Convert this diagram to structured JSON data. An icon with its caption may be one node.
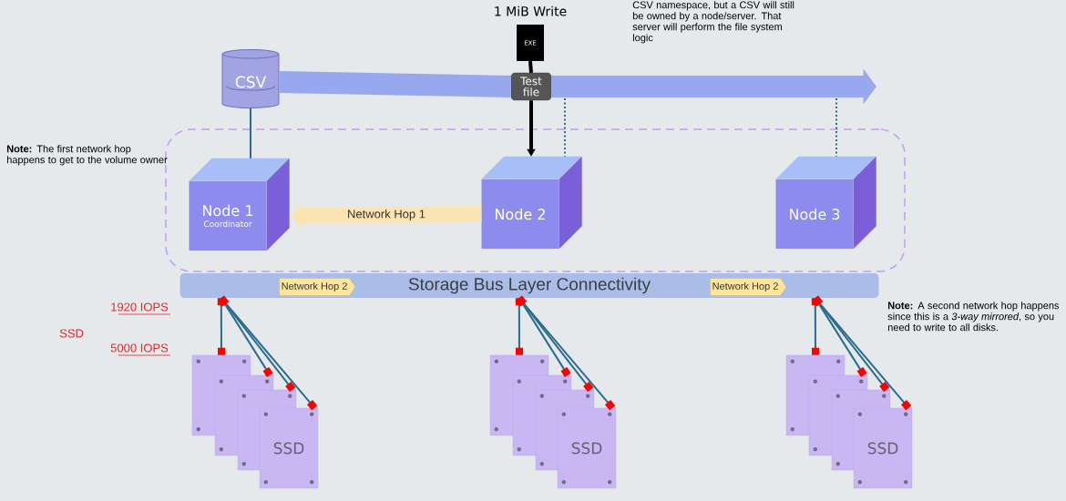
{
  "diagram": {
    "nodes": [
      {
        "text": [
          "CSV"
        ]
      },
      {
        "text": [
          "EXE"
        ],
        "beside": [
          "1 MiB Write"
        ]
      },
      {
        "text": [
          "Test file"
        ]
      },
      {
        "text": [],
        "shape": "box"
      },
      {
        "text": [
          "Node 1",
          "Coordinator"
        ],
        "in": 3
      },
      {
        "text": [
          "Node 2"
        ],
        "in": 3
      },
      {
        "text": [
          "Node 3"
        ],
        "in": 3
      },
      {
        "text": [
          "Storage Bus Layer Connectivity"
        ]
      },
      {
        "text": [
          "Network Hop 2"
        ],
        "in": 7
      },
      {
        "text": [
          "Network Hop 2"
        ],
        "in": 7
      },
      {
        "text": [],
        "shape": "box"
      },
      {
        "text": [],
        "shape": "box"
      },
      {
        "text": [],
        "shape": "box"
      },
      {
        "text": [
          "SSD"
        ]
      },
      {
        "text": [],
        "shape": "box"
      },
      {
        "text": [],
        "shape": "box"
      },
      {
        "text": [],
        "shape": "box"
      },
      {
        "text": [
          "SSD"
        ]
      },
      {
        "text": [],
        "shape": "box"
      },
      {
        "text": [],
        "shape": "box"
      },
      {
        "text": [],
        "shape": "box"
      },
      {
        "text": [
          "SSD"
        ]
      }
    ],
    "edges": [
      {
        "from": 0,
        "to": null,
        "arrow": "to",
        "style": "thick",
        "color": "#98a8ee"
      },
      {
        "from": 1,
        "to": 2,
        "arrow": "none",
        "style": "thick",
        "color": "#000000"
      },
      {
        "from": 2,
        "to": 5,
        "arrow": "to",
        "style": "thick",
        "color": "#000000"
      },
      {
        "from": 0,
        "to": 4,
        "arrow": "none"
      },
      {
        "from": null,
        "to": 5,
        "arrow": "none",
        "style": "dashed"
      },
      {
        "from": null,
        "to": 6,
        "arrow": "none",
        "style": "dashed"
      },
      {
        "from": 5,
        "to": 4,
        "arrow": "to",
        "label": "Network Hop 1",
        "style": "thick",
        "color": "#fbe4b4"
      },
      {
        "from": 7,
        "to": 10,
        "arrow": "other"
      },
      {
        "from": 7,
        "to": 11,
        "arrow": "other"
      },
      {
        "from": 7,
        "to": 12,
        "arrow": "other"
      },
      {
        "from": 7,
        "to": 13,
        "arrow": "other"
      },
      {
        "from": 7,
        "to": 14,
        "arrow": "other"
      },
      {
        "from": 7,
        "to": 15,
        "arrow": "other"
      },
      {
        "from": 7,
        "to": 16,
        "arrow": "other"
      },
      {
        "from": 7,
        "to": 17,
        "arrow": "other"
      },
      {
        "from": 7,
        "to": 18,
        "arrow": "other"
      },
      {
        "from": 7,
        "to": 19,
        "arrow": "other"
      },
      {
        "from": 7,
        "to": 20,
        "arrow": "other"
      },
      {
        "from": 7,
        "to": 21,
        "arrow": "other"
      }
    ],
    "labels": [
      "CSV namespace, but a CSV will still be owned by a node/server. That server will perform the file system logic",
      "**Note:** The first network hop happens to get to the volume owner",
      "1920 IOPS",
      "SSD",
      "5000 IOPS",
      "**Note:** A second network hop happens since this is a *3-way mirrored*, so you need to write to all disks."
    ]
  }
}
